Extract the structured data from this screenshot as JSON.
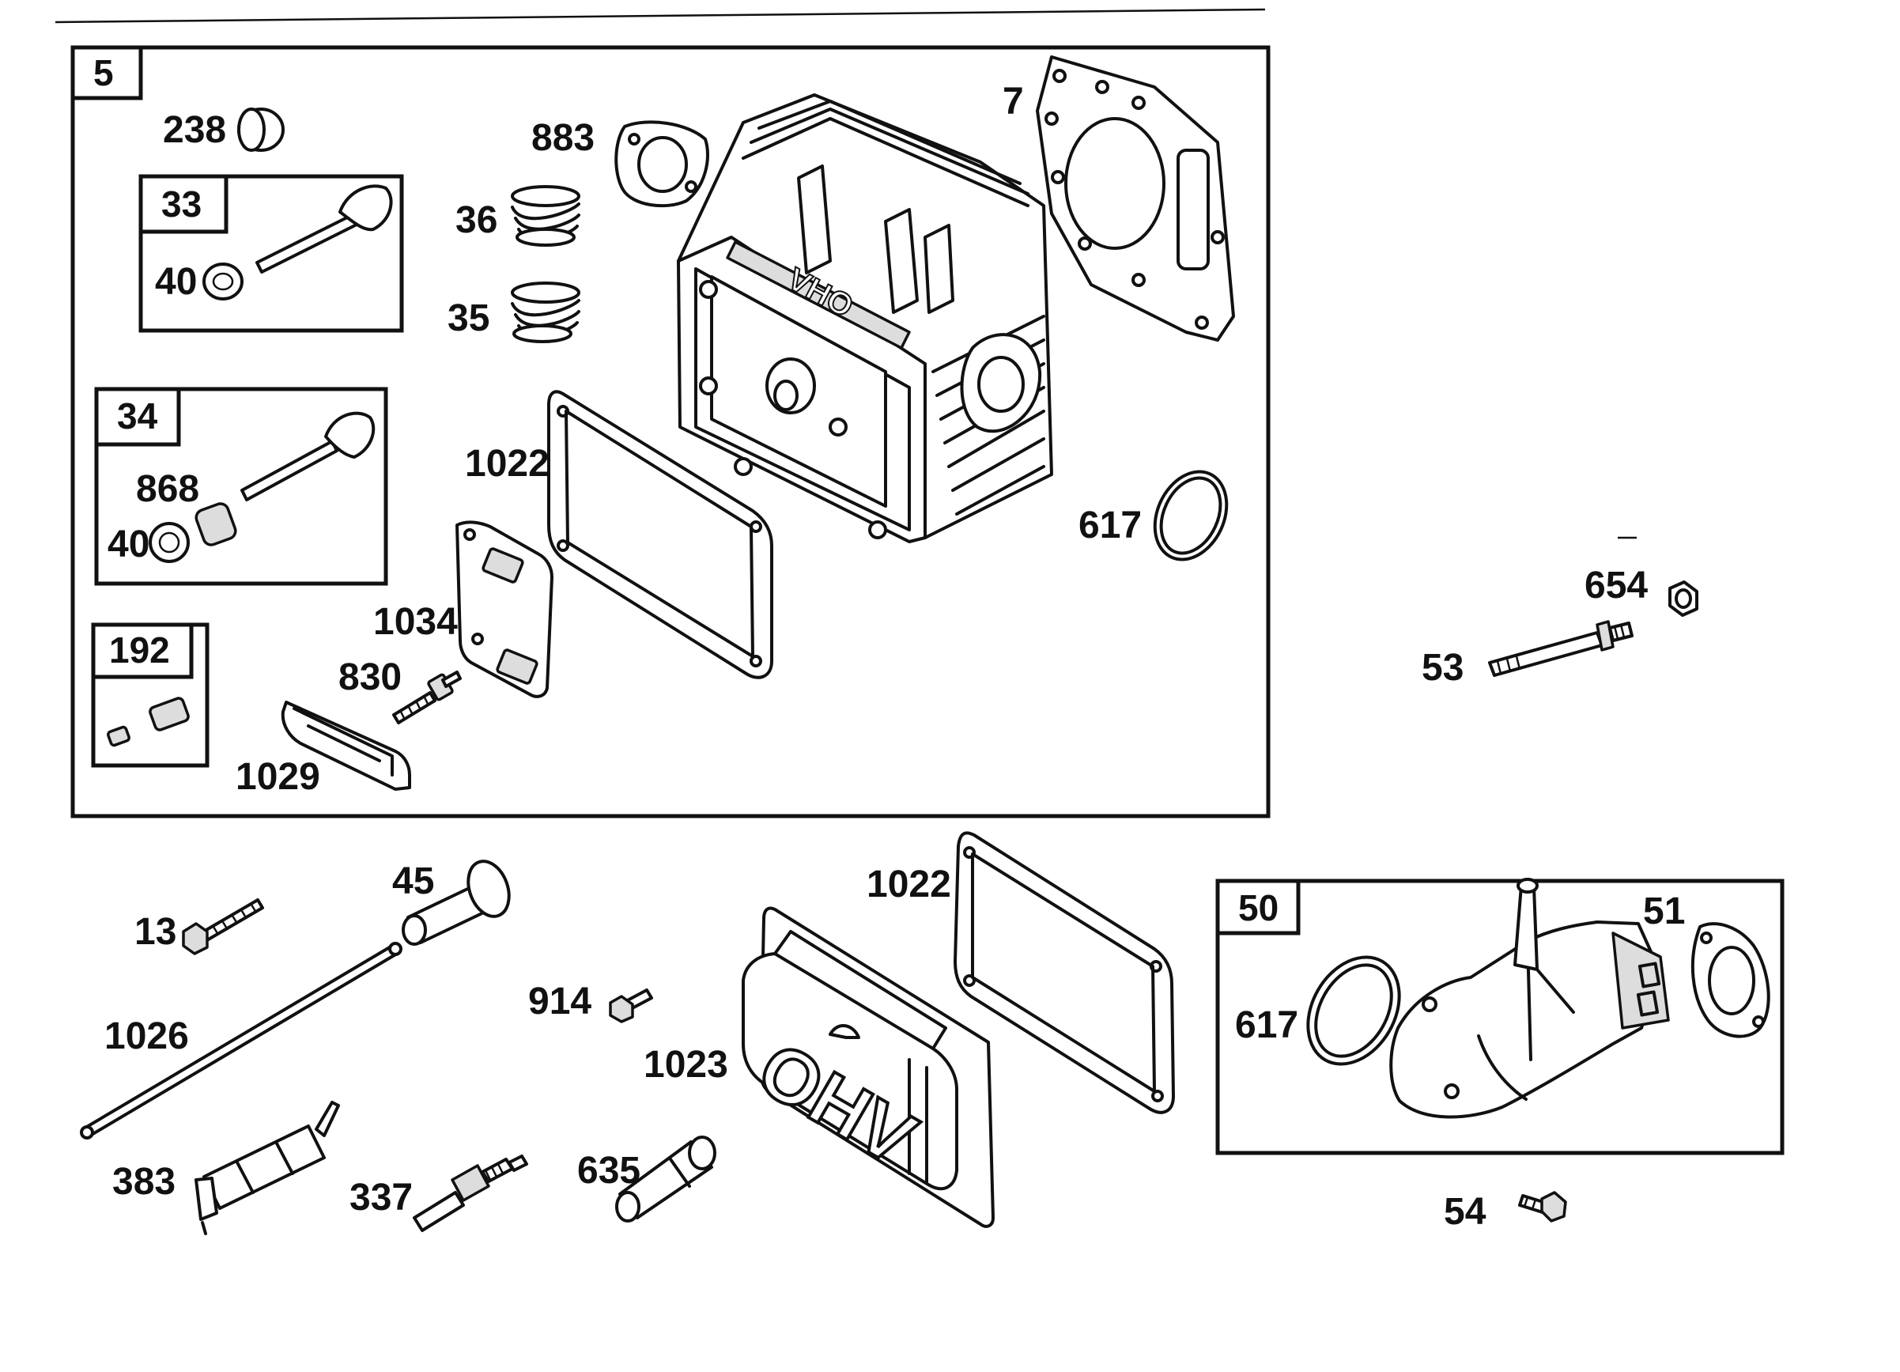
{
  "groups": {
    "g5": "5",
    "g33": "33",
    "g34": "34",
    "g192": "192",
    "g50": "50"
  },
  "labels": {
    "p238": "238",
    "p883": "883",
    "p7": "7",
    "p36": "36",
    "p35": "35",
    "p40a": "40",
    "p868": "868",
    "p40b": "40",
    "p1022a": "1022",
    "p617a": "617",
    "p1034": "1034",
    "p830": "830",
    "p1029": "1029",
    "p654": "654",
    "p53": "53",
    "p45": "45",
    "p13": "13",
    "p1026": "1026",
    "p914": "914",
    "p1022b": "1022",
    "p1023": "1023",
    "p383": "383",
    "p337": "337",
    "p635": "635",
    "p617b": "617",
    "p51": "51",
    "p54": "54"
  },
  "embossed_text": {
    "valve_cover": "OHV",
    "cylinder_head": "OHV"
  }
}
